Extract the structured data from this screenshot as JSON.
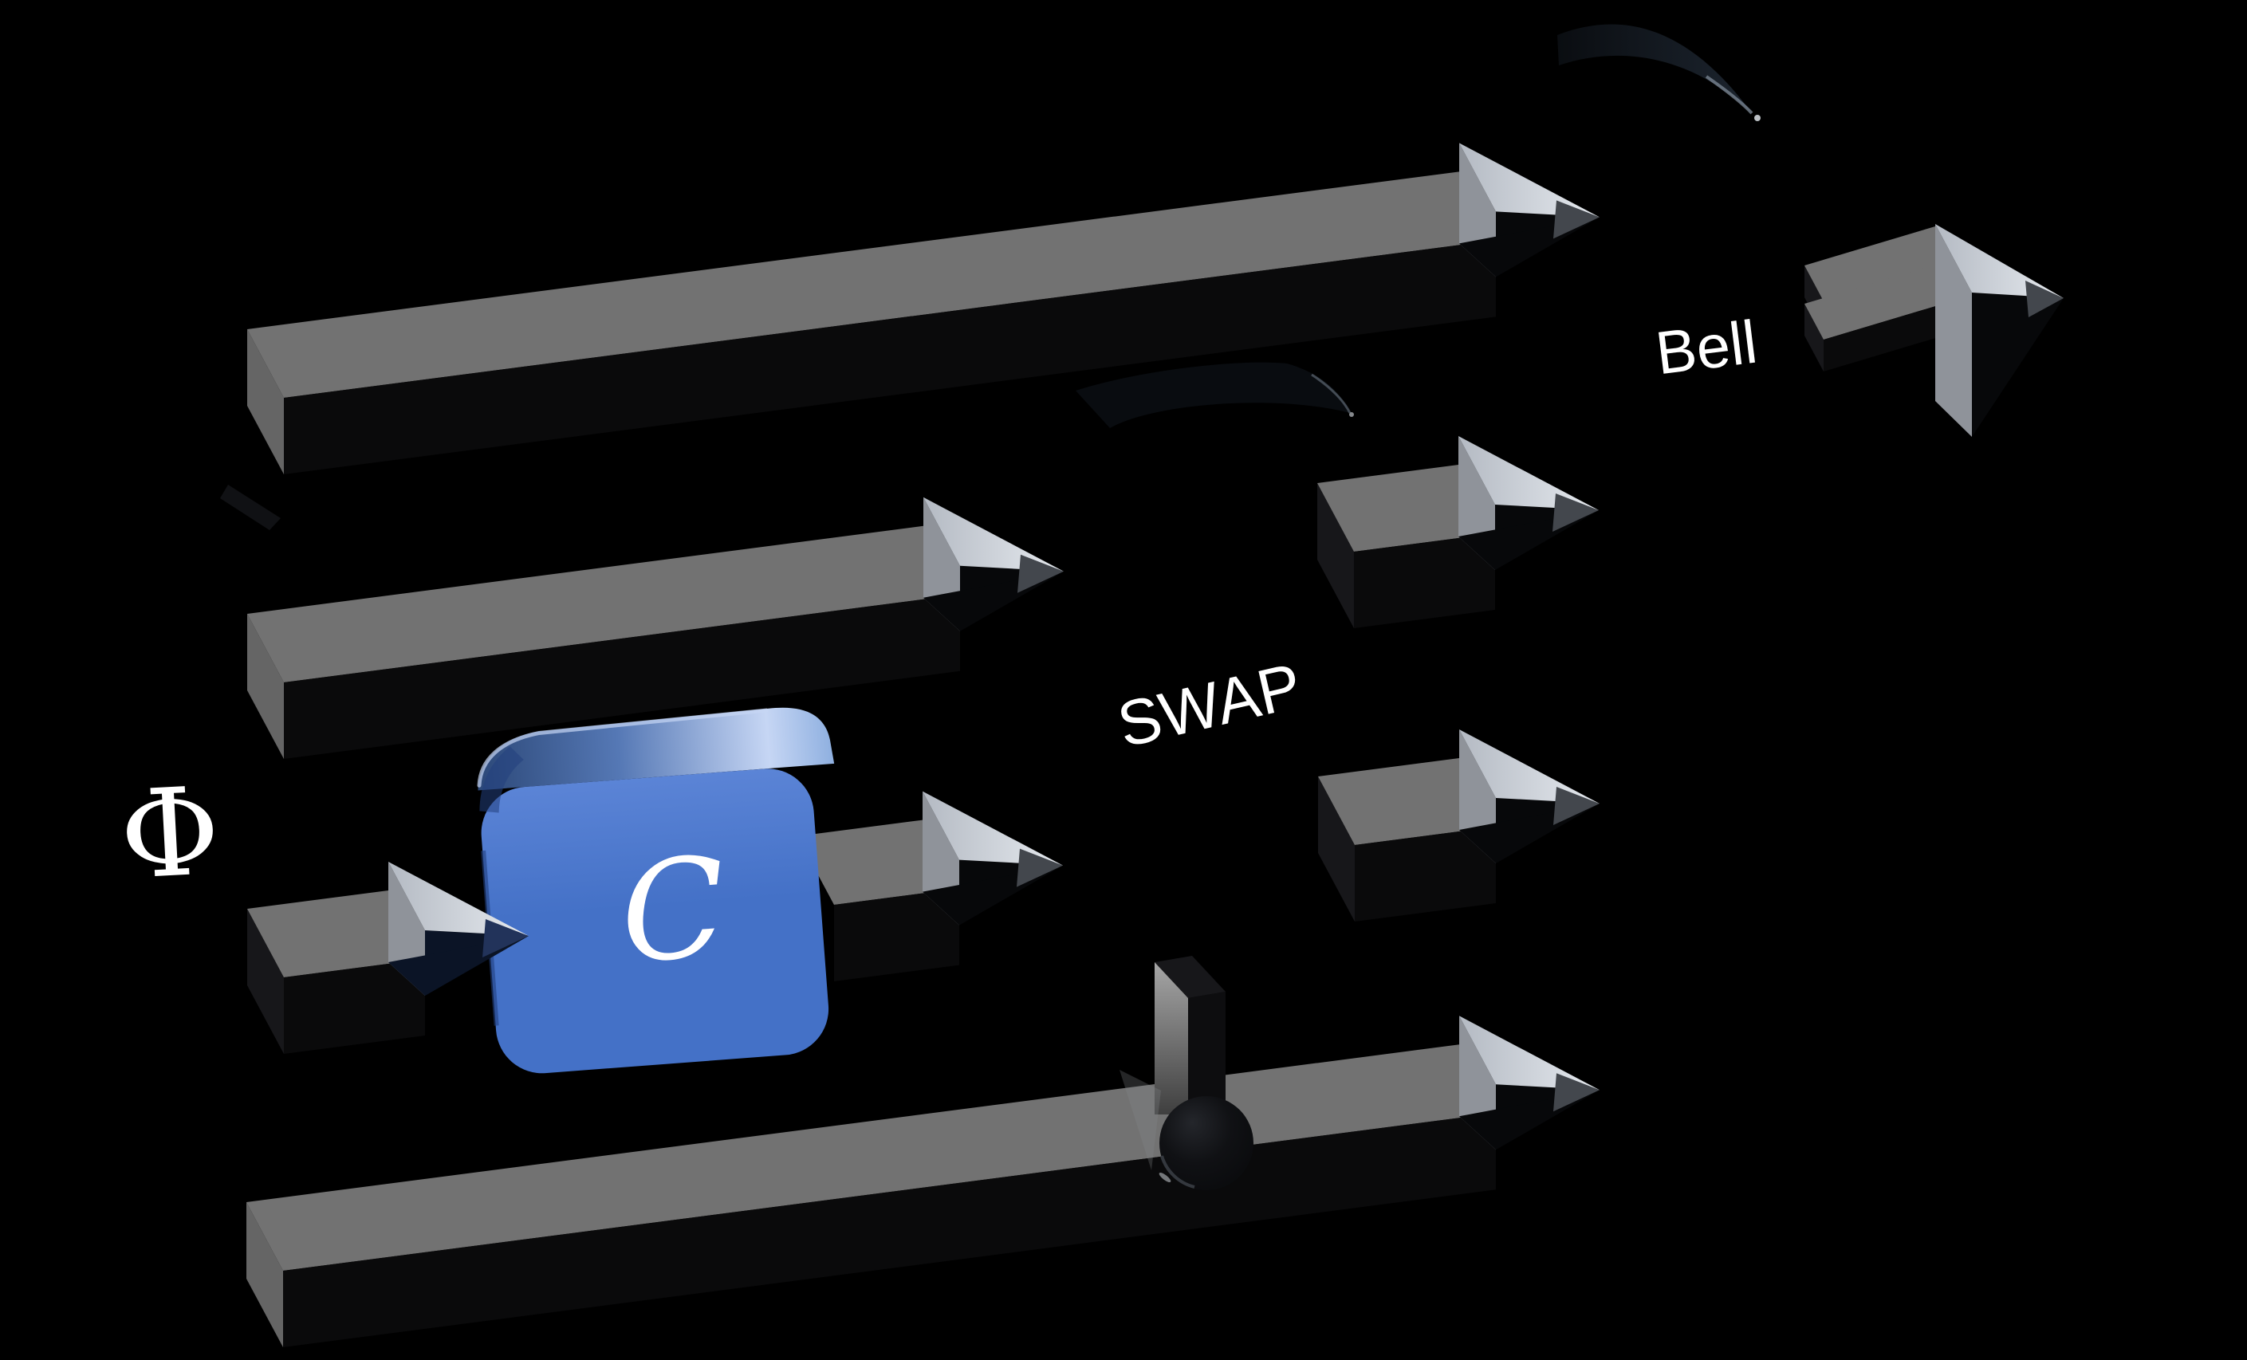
{
  "labels": {
    "phi": "Φ",
    "channel": "C",
    "swap": "SWAP",
    "bell": "Bell"
  },
  "icons": {
    "qubit_wire": "3d-right-arrow",
    "input_arrow": "short-3d-right-arrow",
    "output_pair_arrow": "double-shaft-3d-right-arrow",
    "control": "sphere-with-vertical-post",
    "channel_gate": "rounded-blue-3d-box",
    "motion_trail": "dark-curved-swoosh"
  },
  "colors": {
    "background": "#000000",
    "wire_top": "#727272",
    "wire_front": "#0a0a0b",
    "wire_cap_light": "#656565",
    "wire_cap_dark": "#17171a",
    "head_fin": "#8f939a",
    "head_top_a": "#b4bac3",
    "head_top_b": "#e6eaef",
    "head_facet": "#43474d",
    "head_facet_on_box": "#22335a",
    "head_front": "#07080a",
    "head_front_on_box": "#0b1426",
    "box_front_a": "#5b84d6",
    "box_front_b": "#4471c7",
    "box_top_dark": "#2c4878",
    "box_top_mid": "#5578b5",
    "box_top_light": "#c6d6f4",
    "box_top_light2": "#8fb0e0",
    "box_edge_dark": "#22407e",
    "post_light_a": "#a6a6a6",
    "post_light_b": "#3f3f3f",
    "post_dark": "#0d0d0f",
    "post_top": "#17171a",
    "sphere_a": "#24262b",
    "sphere_b": "#07080a",
    "sphere_rim": "#383d44",
    "wire_glow": "#85888d",
    "swoosh_a": "#0a0d11",
    "swoosh_b": "#1c242e",
    "swoosh_edge": "#7e8a97",
    "speck": "#dde3e9",
    "shadow": "#121316",
    "text": "#ffffff"
  }
}
